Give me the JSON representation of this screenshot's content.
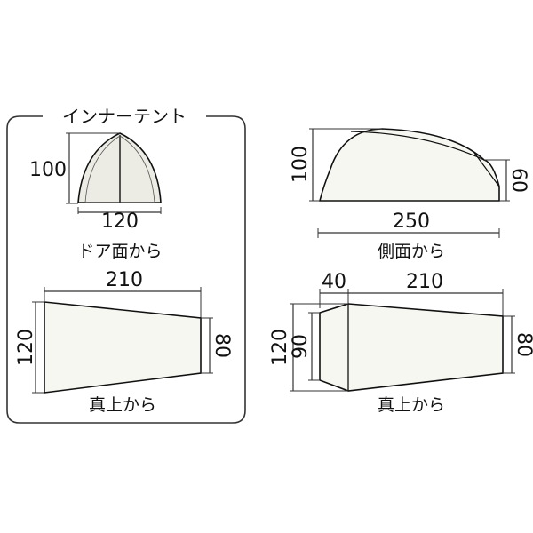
{
  "inner_tent": {
    "title": "インナーテント",
    "door_view": {
      "height_label": "100",
      "width_label": "120",
      "caption": "ドア面から"
    },
    "top_view": {
      "length_label": "210",
      "left_label": "120",
      "right_label": "80",
      "caption": "真上から"
    }
  },
  "outer_tent": {
    "side_view": {
      "height_label": "100",
      "rear_height_label": "60",
      "length_label": "250",
      "caption": "側面から"
    },
    "top_view": {
      "vestibule_label": "40",
      "length_label": "210",
      "left_outer_label": "120",
      "left_inner_label": "90",
      "right_label": "80",
      "caption": "真上から"
    }
  },
  "colors": {
    "fill": "#f7f7f2",
    "line": "#111111",
    "inner_tent_fill": "#ecece4"
  }
}
